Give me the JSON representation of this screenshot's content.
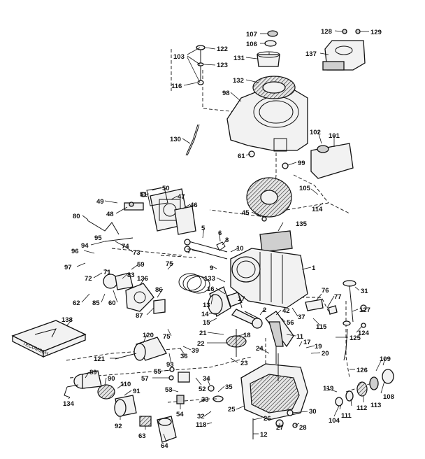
{
  "callouts": [
    {
      "id": "c107",
      "label": "107"
    },
    {
      "id": "c106",
      "label": "106"
    },
    {
      "id": "c128",
      "label": "128"
    },
    {
      "id": "c129",
      "label": "129"
    },
    {
      "id": "c103",
      "label": "103"
    },
    {
      "id": "c122",
      "label": "122"
    },
    {
      "id": "c123",
      "label": "123"
    },
    {
      "id": "c131",
      "label": "131"
    },
    {
      "id": "c137",
      "label": "137"
    },
    {
      "id": "c116",
      "label": "116"
    },
    {
      "id": "c132",
      "label": "132"
    },
    {
      "id": "c98",
      "label": "98"
    },
    {
      "id": "c130",
      "label": "130"
    },
    {
      "id": "c102",
      "label": "102"
    },
    {
      "id": "c101",
      "label": "101"
    },
    {
      "id": "c61",
      "label": "61"
    },
    {
      "id": "c99",
      "label": "99"
    },
    {
      "id": "c105",
      "label": "105"
    },
    {
      "id": "c114",
      "label": "114"
    },
    {
      "id": "c50",
      "label": "50"
    },
    {
      "id": "c51",
      "label": "51"
    },
    {
      "id": "c47",
      "label": "47"
    },
    {
      "id": "c49",
      "label": "49"
    },
    {
      "id": "c48",
      "label": "48"
    },
    {
      "id": "c46",
      "label": "46"
    },
    {
      "id": "c45",
      "label": "45"
    },
    {
      "id": "c80",
      "label": "80"
    },
    {
      "id": "c135",
      "label": "135"
    },
    {
      "id": "c95",
      "label": "95"
    },
    {
      "id": "c5",
      "label": "5"
    },
    {
      "id": "c6",
      "label": "6"
    },
    {
      "id": "c74",
      "label": "74"
    },
    {
      "id": "c94",
      "label": "94"
    },
    {
      "id": "c73",
      "label": "73"
    },
    {
      "id": "c8",
      "label": "8"
    },
    {
      "id": "c96",
      "label": "96"
    },
    {
      "id": "c7",
      "label": "7"
    },
    {
      "id": "c10",
      "label": "10"
    },
    {
      "id": "c75",
      "label": "75"
    },
    {
      "id": "c59",
      "label": "59"
    },
    {
      "id": "c97",
      "label": "97"
    },
    {
      "id": "c83",
      "label": "83"
    },
    {
      "id": "c1",
      "label": "1"
    },
    {
      "id": "c72",
      "label": "72"
    },
    {
      "id": "c71",
      "label": "71"
    },
    {
      "id": "c9",
      "label": "9"
    },
    {
      "id": "c133",
      "label": "133"
    },
    {
      "id": "c136",
      "label": "136"
    },
    {
      "id": "c16",
      "label": "16"
    },
    {
      "id": "c31",
      "label": "31"
    },
    {
      "id": "c86",
      "label": "86"
    },
    {
      "id": "c76",
      "label": "76"
    },
    {
      "id": "c62",
      "label": "62"
    },
    {
      "id": "c85",
      "label": "85"
    },
    {
      "id": "c60",
      "label": "60"
    },
    {
      "id": "c77",
      "label": "77"
    },
    {
      "id": "c13",
      "label": "13"
    },
    {
      "id": "c17",
      "label": "17"
    },
    {
      "id": "c127",
      "label": "127"
    },
    {
      "id": "c87",
      "label": "87"
    },
    {
      "id": "c2",
      "label": "2"
    },
    {
      "id": "c42",
      "label": "42"
    },
    {
      "id": "c14",
      "label": "14"
    },
    {
      "id": "c37",
      "label": "37"
    },
    {
      "id": "c56",
      "label": "56"
    },
    {
      "id": "c138",
      "label": "138"
    },
    {
      "id": "c15",
      "label": "15"
    },
    {
      "id": "c124",
      "label": "124"
    },
    {
      "id": "c115",
      "label": "115"
    },
    {
      "id": "c18",
      "label": "18"
    },
    {
      "id": "c21",
      "label": "21"
    },
    {
      "id": "c120",
      "label": "120"
    },
    {
      "id": "c11",
      "label": "11"
    },
    {
      "id": "c75b",
      "label": "75"
    },
    {
      "id": "c17b",
      "label": "17"
    },
    {
      "id": "c22",
      "label": "22"
    },
    {
      "id": "c125",
      "label": "125"
    },
    {
      "id": "c24",
      "label": "24"
    },
    {
      "id": "c19",
      "label": "19"
    },
    {
      "id": "c39",
      "label": "39"
    },
    {
      "id": "c20",
      "label": "20"
    },
    {
      "id": "c121",
      "label": "121"
    },
    {
      "id": "c109",
      "label": "109"
    },
    {
      "id": "c36",
      "label": "36"
    },
    {
      "id": "c93",
      "label": "93"
    },
    {
      "id": "c23",
      "label": "23"
    },
    {
      "id": "c126",
      "label": "126"
    },
    {
      "id": "c89",
      "label": "89"
    },
    {
      "id": "c55",
      "label": "55"
    },
    {
      "id": "c57",
      "label": "57"
    },
    {
      "id": "c34",
      "label": "34"
    },
    {
      "id": "c90",
      "label": "90"
    },
    {
      "id": "c52",
      "label": "52"
    },
    {
      "id": "c35",
      "label": "35"
    },
    {
      "id": "c110",
      "label": "110"
    },
    {
      "id": "c53",
      "label": "53"
    },
    {
      "id": "c119",
      "label": "119"
    },
    {
      "id": "c91",
      "label": "91"
    },
    {
      "id": "c33",
      "label": "33"
    },
    {
      "id": "c134",
      "label": "134"
    },
    {
      "id": "c108",
      "label": "108"
    },
    {
      "id": "c113",
      "label": "113"
    },
    {
      "id": "c112",
      "label": "112"
    },
    {
      "id": "c111",
      "label": "111"
    },
    {
      "id": "c25",
      "label": "25"
    },
    {
      "id": "c54",
      "label": "54"
    },
    {
      "id": "c30",
      "label": "30"
    },
    {
      "id": "c104",
      "label": "104"
    },
    {
      "id": "c92",
      "label": "92"
    },
    {
      "id": "c32",
      "label": "32"
    },
    {
      "id": "c26",
      "label": "26"
    },
    {
      "id": "c27",
      "label": "27"
    },
    {
      "id": "c28",
      "label": "28"
    },
    {
      "id": "c118",
      "label": "118"
    },
    {
      "id": "c63",
      "label": "63"
    },
    {
      "id": "c64",
      "label": "64"
    },
    {
      "id": "c12",
      "label": "12"
    }
  ],
  "manual_box": {
    "text": "TECUMSEH"
  }
}
